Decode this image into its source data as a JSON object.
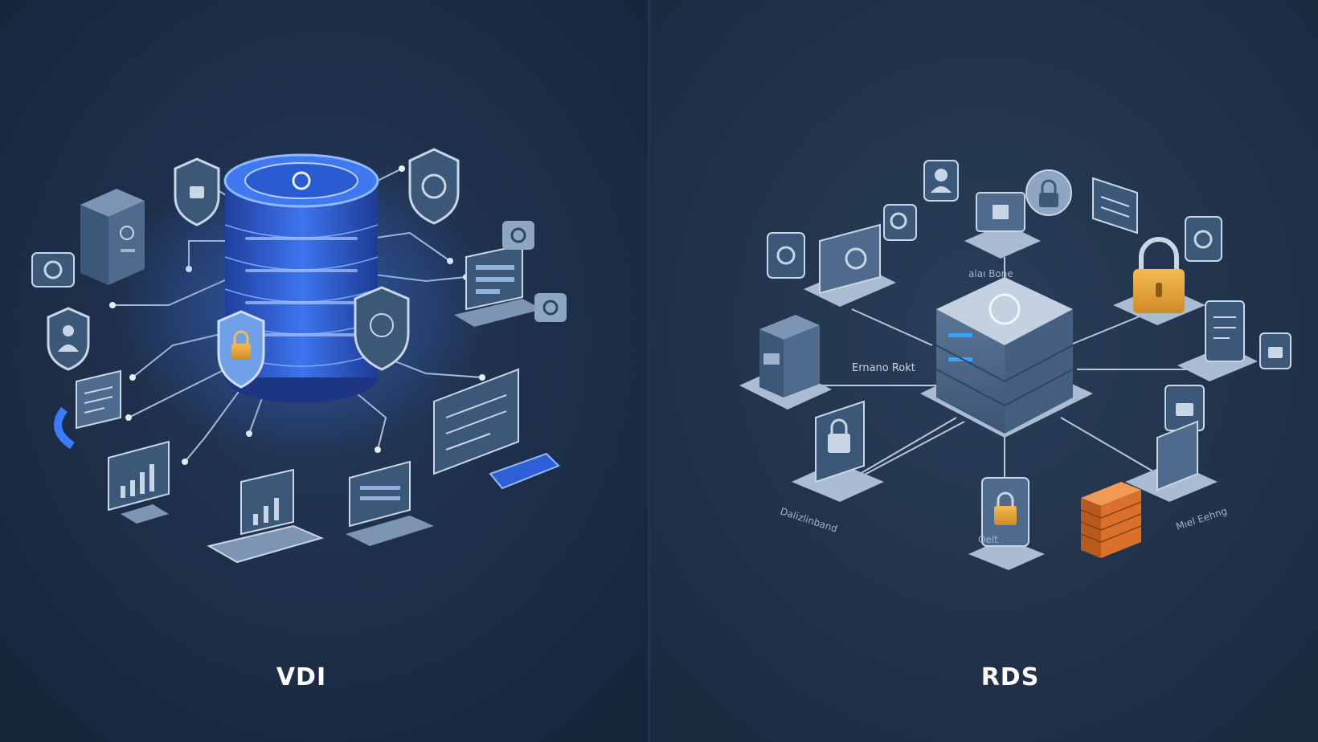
{
  "colors": {
    "background": "#1b2a3f",
    "panel_divider": "#22344d",
    "vdi_glow": "#3b7bff",
    "cylinder_blue": "#2f5fd6",
    "lock_gold": "#e8a23a",
    "firewall_orange": "#d9712b",
    "device_slate": "#3c5878",
    "line_light": "#c9d6e6"
  },
  "icons": [
    "database-cylinder-icon",
    "shield-lock-icon",
    "server-tower-icon",
    "laptop-icon",
    "monitor-chart-icon",
    "chat-bubble-icon",
    "padlock-icon",
    "user-icon",
    "firewall-icon",
    "server-cube-icon"
  ],
  "panels": {
    "vdi": {
      "title": "VDI"
    },
    "rds": {
      "title": "RDS",
      "labels": {
        "left_link": "Ernano Rokt",
        "top_device": "alaı Bone",
        "bottom_left": "Dalizlinband",
        "bottom_center": "Oelt",
        "bottom_right": "Mıel Eehng"
      }
    }
  }
}
